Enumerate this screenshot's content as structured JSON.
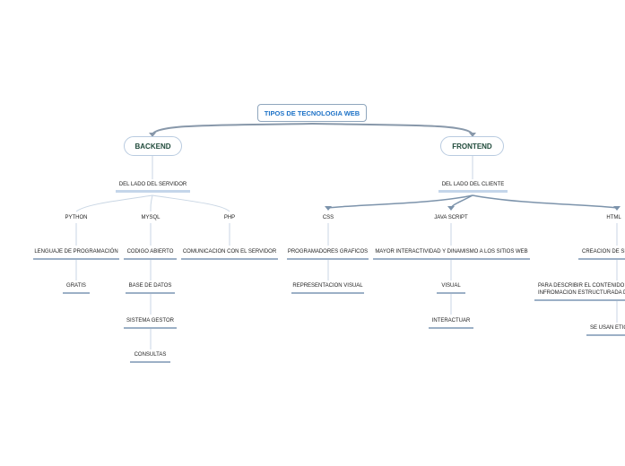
{
  "root": "TIPOS DE TECNOLOGIA WEB",
  "backend": {
    "title": "BACKEND",
    "side": "DEL LADO DEL SERVIDOR",
    "python": {
      "label": "PYTHON",
      "item1": "LENGUAJE DE PROGRAMACIÓN",
      "item2": "GRATIS"
    },
    "mysql": {
      "label": "MYSQL",
      "item1": "CODIGO ABIERTO",
      "item2": "BASE DE DATOS",
      "item3": "SISTEMA GESTOR",
      "item4": "CONSULTAS"
    },
    "php": {
      "label": "PHP",
      "item1": "COMUNICACION CON EL SERVIDOR"
    }
  },
  "frontend": {
    "title": "FRONTEND",
    "side": "DEL LADO DEL CLIENTE",
    "css": {
      "label": "CSS",
      "item1": "PROGRAMADORES GRAFICOS",
      "item2": "REPRESENTACION VISUAL"
    },
    "js": {
      "label": "JAVA SCRIPT",
      "item1": "MAYOR INTERACTIVIDAD Y DINAMISMO A LOS SITIOS WEB",
      "item2": "VISUAL",
      "item3": "INTERACTUAR"
    },
    "html": {
      "label": "HTML",
      "item1": "CREACION DE SI",
      "item2_line1": "PARA DESCRIBIR EL CONTENIDO D",
      "item2_line2": "INFROMACION ESTRUCTURADA D",
      "item3": "SE USAN ETIC"
    }
  }
}
